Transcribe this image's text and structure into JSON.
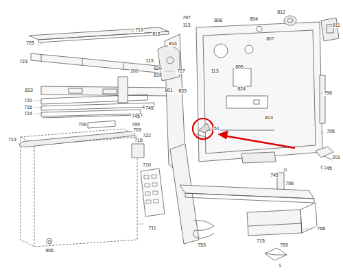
{
  "diagram": {
    "labels": [
      "719",
      "725",
      "723",
      "727",
      "833",
      "833",
      "720",
      "716",
      "724",
      "709",
      "713",
      "722",
      "709",
      "716",
      "711",
      "906",
      "710",
      "753",
      "715",
      "759",
      "768",
      "1",
      "797",
      "113",
      "818",
      "816",
      "113",
      "820",
      "815",
      "200",
      "801",
      "745",
      "745",
      "799",
      "808",
      "804",
      "812",
      "807",
      "811",
      "113",
      "805",
      "824",
      "813",
      "796",
      "795",
      "51",
      "201",
      "745",
      "745",
      "798"
    ]
  }
}
